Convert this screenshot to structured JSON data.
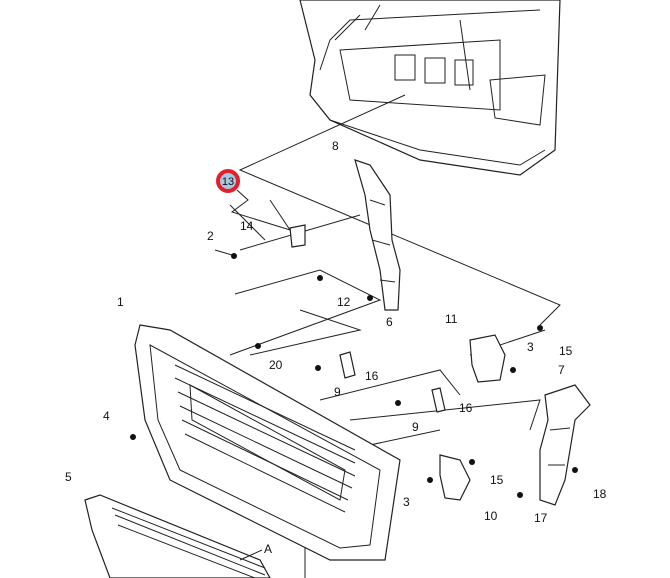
{
  "diagram": {
    "callouts": [
      {
        "id": "c8",
        "text": "8"
      },
      {
        "id": "c14",
        "text": "14"
      },
      {
        "id": "c2",
        "text": "2"
      },
      {
        "id": "c1",
        "text": "1"
      },
      {
        "id": "c12",
        "text": "12"
      },
      {
        "id": "c6",
        "text": "6"
      },
      {
        "id": "c11",
        "text": "11"
      },
      {
        "id": "c3a",
        "text": "3"
      },
      {
        "id": "c15a",
        "text": "15"
      },
      {
        "id": "c20",
        "text": "20"
      },
      {
        "id": "c16a",
        "text": "16"
      },
      {
        "id": "c9a",
        "text": "9"
      },
      {
        "id": "c16b",
        "text": "16"
      },
      {
        "id": "c7",
        "text": "7"
      },
      {
        "id": "c4",
        "text": "4"
      },
      {
        "id": "c9b",
        "text": "9"
      },
      {
        "id": "c15b",
        "text": "15"
      },
      {
        "id": "c3b",
        "text": "3"
      },
      {
        "id": "c10",
        "text": "10"
      },
      {
        "id": "c18",
        "text": "18"
      },
      {
        "id": "c17",
        "text": "17"
      },
      {
        "id": "c5",
        "text": "5"
      },
      {
        "id": "cA",
        "text": "A"
      }
    ],
    "highlighted_callout": {
      "text": "13",
      "ring_color": "#e3202a",
      "fill_color": "#a9c6e2"
    }
  }
}
